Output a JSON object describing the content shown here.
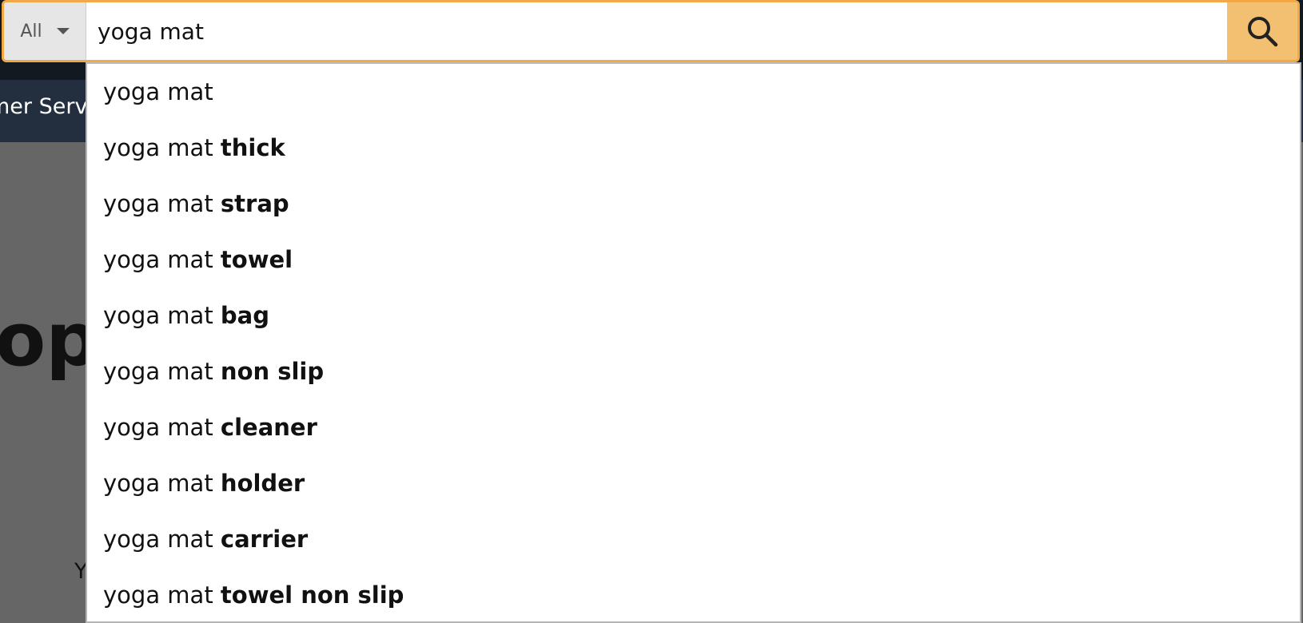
{
  "search": {
    "scope_label": "All",
    "query": "yoga mat",
    "search_icon": "search-icon"
  },
  "background": {
    "nav_text": "mer Servic",
    "hero_text": "op",
    "small_text": "Y"
  },
  "suggestions": [
    {
      "prefix": "yoga mat",
      "suffix": ""
    },
    {
      "prefix": "yoga mat ",
      "suffix": "thick"
    },
    {
      "prefix": "yoga mat ",
      "suffix": "strap"
    },
    {
      "prefix": "yoga mat ",
      "suffix": "towel"
    },
    {
      "prefix": "yoga mat ",
      "suffix": "bag"
    },
    {
      "prefix": "yoga mat ",
      "suffix": "non slip"
    },
    {
      "prefix": "yoga mat ",
      "suffix": "cleaner"
    },
    {
      "prefix": "yoga mat ",
      "suffix": "holder"
    },
    {
      "prefix": "yoga mat ",
      "suffix": "carrier"
    },
    {
      "prefix": "yoga mat ",
      "suffix": "towel non slip"
    }
  ],
  "colors": {
    "accent": "#f3a847",
    "search_button": "#f3c072",
    "header": "#131921",
    "nav": "#232f3e"
  }
}
